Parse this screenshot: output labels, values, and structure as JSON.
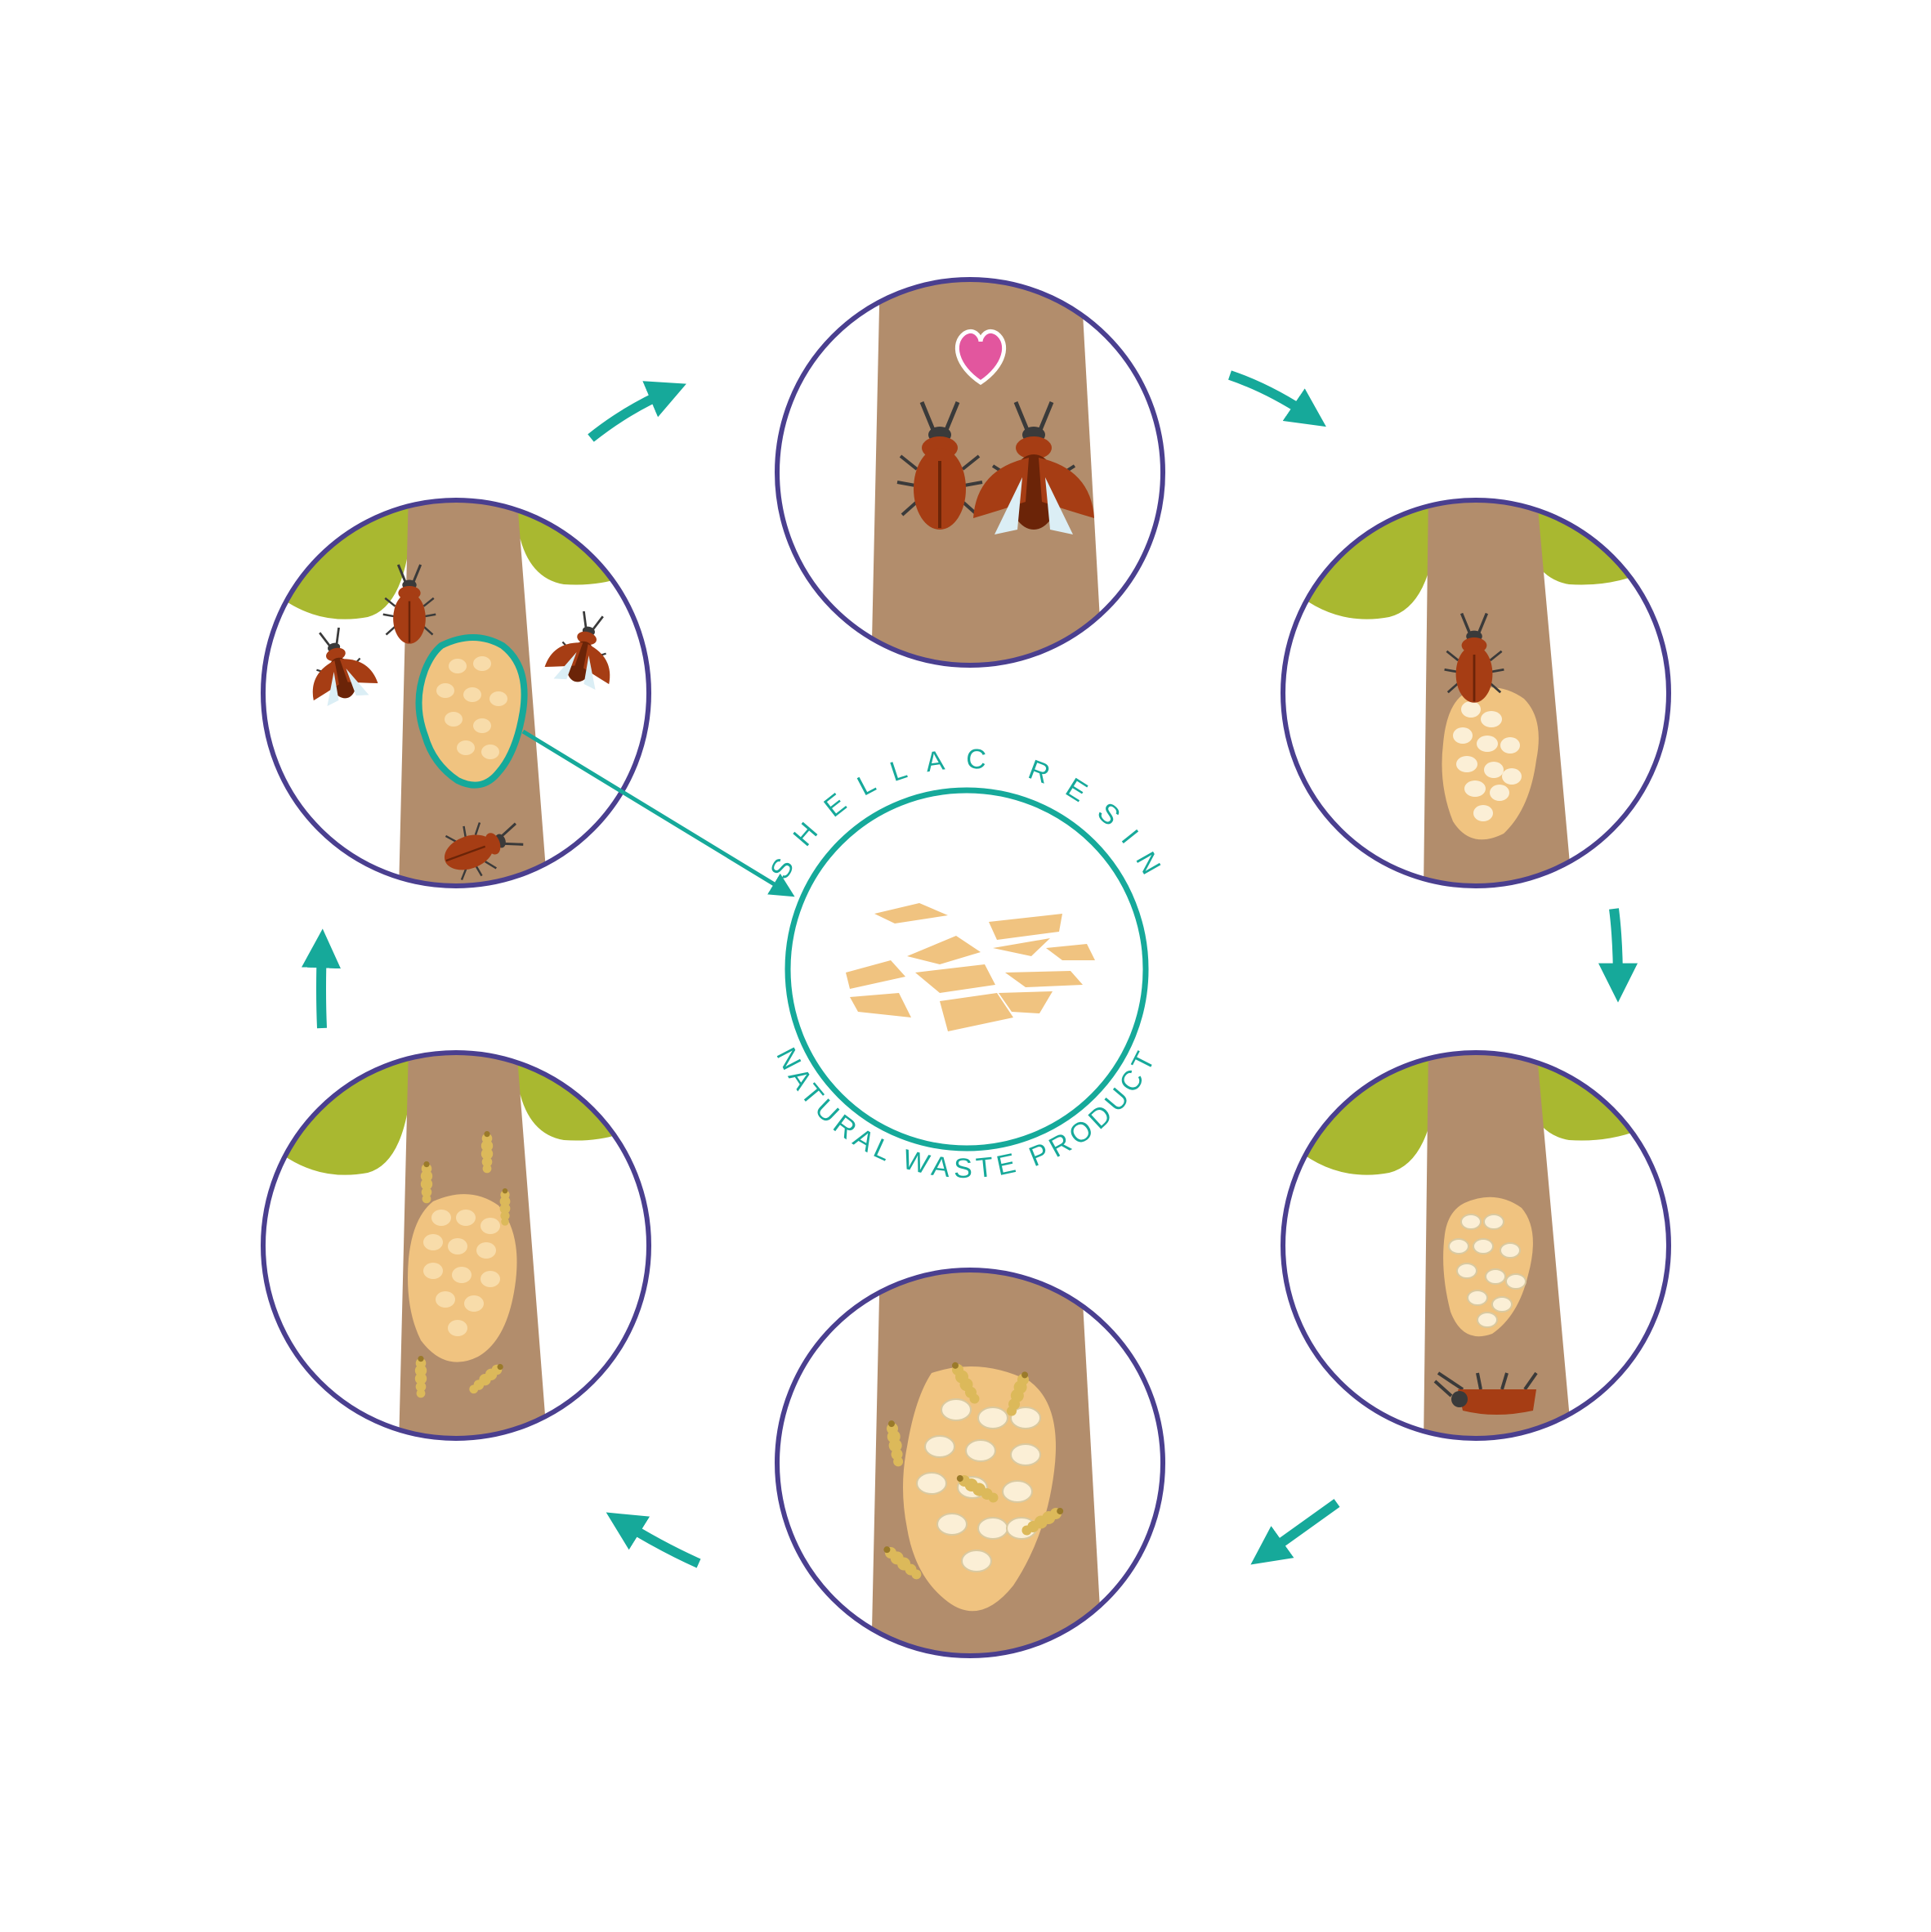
{
  "center": {
    "top_label": "SHELLAC RESIN",
    "bottom_label": "NATURAL WASTE PRODUCT"
  },
  "colors": {
    "ring": "#4a3f8f",
    "arrow": "#16a99a",
    "trunk": "#b28d6c",
    "leaf": "#a9b830",
    "bug": "#a63d14",
    "bug_dark": "#6b2408",
    "resin": "#f0c380",
    "resin_light": "#f8dcaa",
    "egg": "#fbefd6",
    "larva": "#dcb95a",
    "heart": "#e2569e"
  },
  "stages": [
    {
      "id": "mating",
      "icon": "heart-icon"
    },
    {
      "id": "egg-laying",
      "icon": "beetle-icon"
    },
    {
      "id": "female-dies",
      "icon": "dead-beetle-icon"
    },
    {
      "id": "larvae-hatch",
      "icon": "larva-icon"
    },
    {
      "id": "larvae-leave",
      "icon": "larva-icon"
    },
    {
      "id": "adults-emerge",
      "icon": "flying-beetle-icon"
    }
  ]
}
